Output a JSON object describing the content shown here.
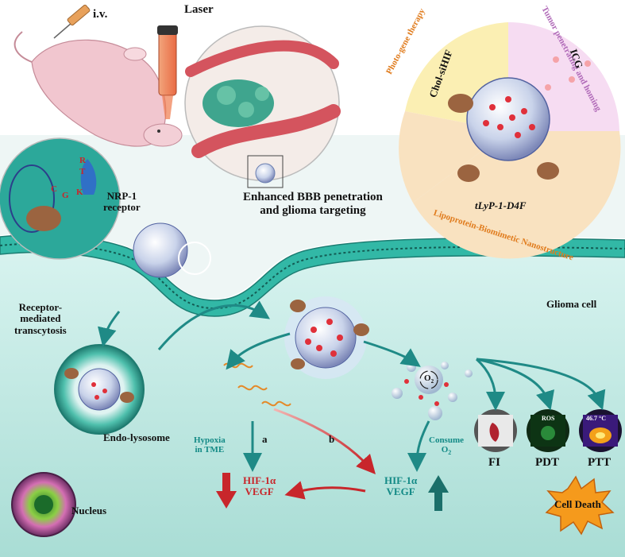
{
  "labels": {
    "iv": "i.v.",
    "laser": "Laser",
    "nrp1_line1": "NRP-1",
    "nrp1_line2": "receptor",
    "bbb_line1": "Enhanced BBB penetration",
    "bbb_line2": "and glioma targeting",
    "photo_gene": "Photo-gene therapy",
    "chol_sihif": "Chol-siHIF",
    "tumor_pen": "Tumor penetrating and homing",
    "icg": "ICG",
    "tlyp": "tLyP-1-D4F",
    "lipoprotein": "Lipoprotein-Biomimetic Nanostructure",
    "receptor_line1": "Receptor-",
    "receptor_line2": "mediated",
    "receptor_line3": "transcytosis",
    "glioma_cell": "Glioma cell",
    "endo_lysosome": "Endo-lysosome",
    "nucleus": "Nucleus",
    "hypoxia_line1": "Hypoxia",
    "hypoxia_line2": "in TME",
    "path_a": "a",
    "path_b": "b",
    "consume_line1": "Consume",
    "consume_line2": "O",
    "consume_sub": "2",
    "o2": "O",
    "o2_sub": "2",
    "hif_left_line1": "HIF-1α",
    "hif_left_line2": "VEGF",
    "hif_right_line1": "HIF-1α",
    "hif_right_line2": "VEGF",
    "fi": "FI",
    "pdt": "PDT",
    "ptt": "PTT",
    "ros": "ROS",
    "temp": "46.7 °C",
    "cell_death": "Cell Death",
    "peptide_r": "R",
    "peptide_t": "T",
    "peptide_k": "K",
    "peptide_g": "G",
    "peptide_c": "C"
  },
  "colors": {
    "teal_arrow": "#1f8a86",
    "red_arrow": "#c8262b",
    "membrane": "#2fb7a8",
    "cell_bg": "#bfe9e3",
    "photo_sector": "#fbefb3",
    "tumor_sector": "#f6dcf2",
    "lipo_sector": "#f9e2c0",
    "cell_death": "#f59a1c"
  }
}
